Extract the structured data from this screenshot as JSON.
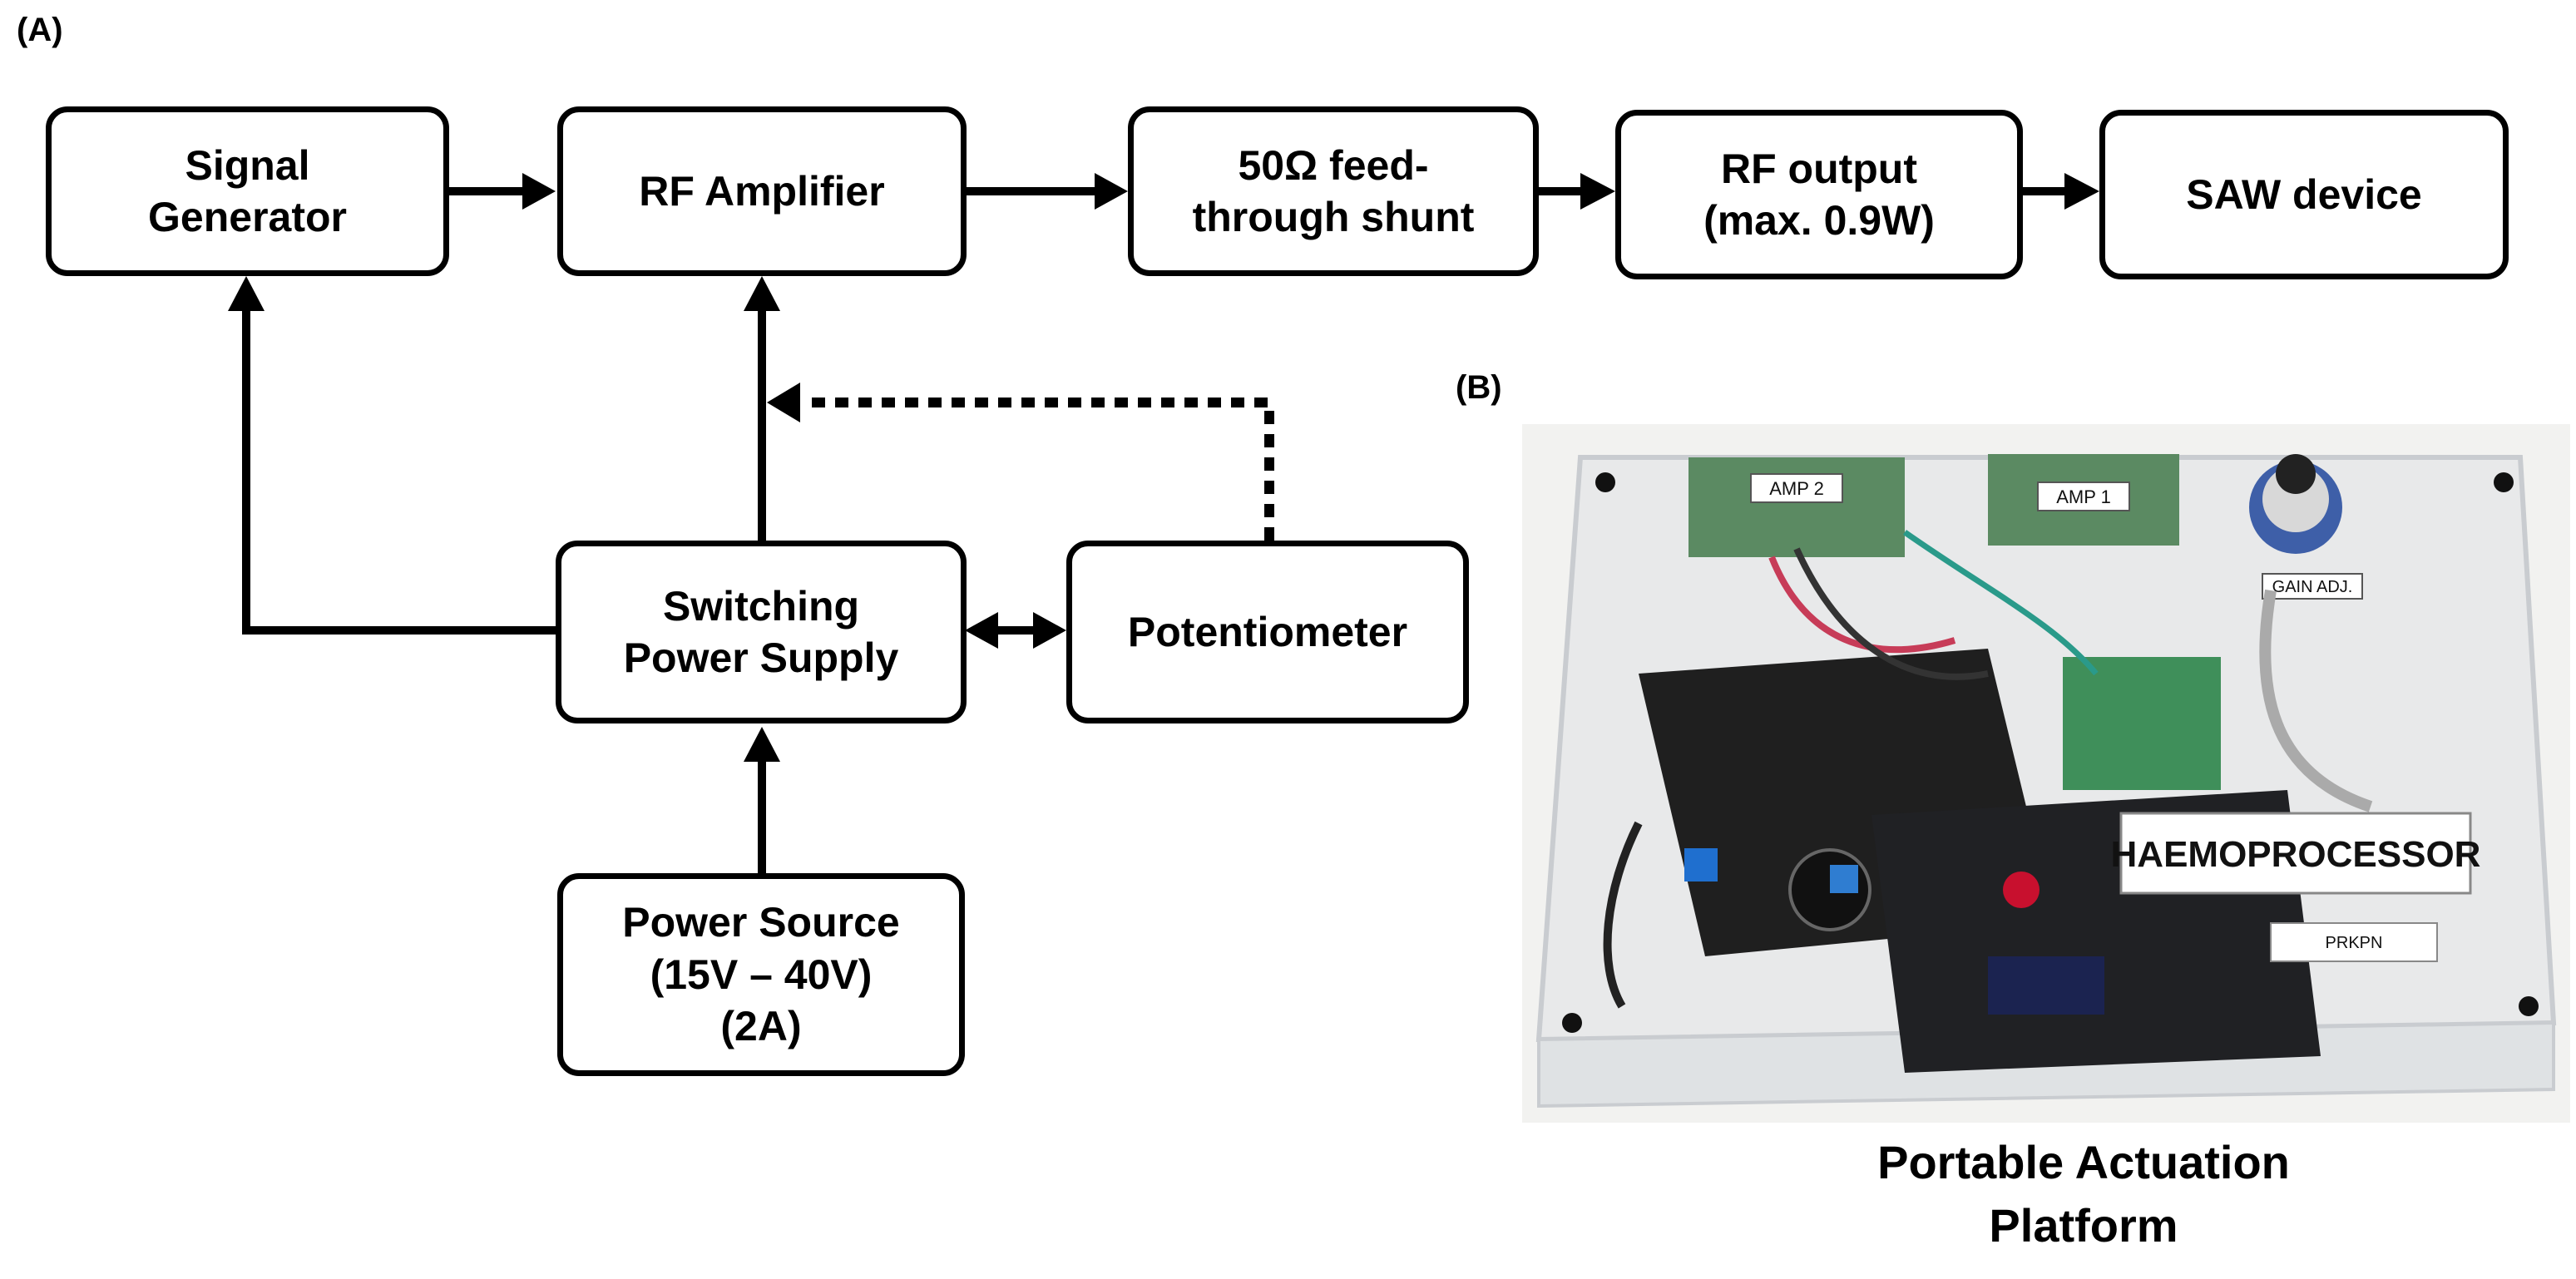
{
  "panels": {
    "a": "(A)",
    "b": "(B)"
  },
  "blocks": {
    "signal_generator": "Signal\nGenerator",
    "rf_amplifier": "RF Amplifier",
    "shunt": "50Ω feed-\nthrough shunt",
    "rf_output": "RF output\n(max. 0.9W)",
    "saw_device": "SAW device",
    "switching_supply": "Switching\nPower Supply",
    "potentiometer": "Potentiometer",
    "power_source": "Power Source\n(15V – 40V)\n(2A)"
  },
  "photo": {
    "caption": "Portable Actuation\nPlatform",
    "labels": {
      "amp2": "AMP 2",
      "amp1": "AMP 1",
      "gain": "GAIN ADJ.",
      "device_name": "HAEMOPROCESSOR",
      "tag": "PRKPN"
    }
  }
}
